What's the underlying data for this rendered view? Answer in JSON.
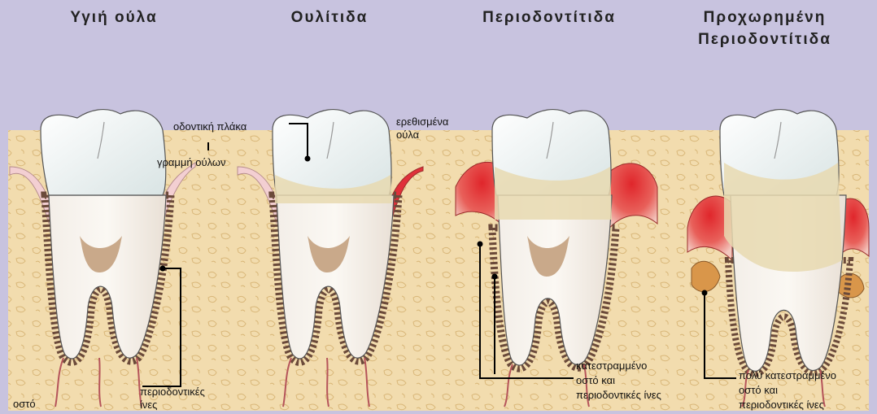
{
  "titles": {
    "healthy": "Υγιή ούλα",
    "gingivitis": "Ουλίτιδα",
    "periodontitis": "Περιοδοντίτιδα",
    "advanced_line1": "Προχωρημένη",
    "advanced_line2": "Περιοδοντίτιδα"
  },
  "labels": {
    "bone": "οστό",
    "periodontal_fibers_1": "περιοδοντικές",
    "periodontal_fibers_2": "ίνες",
    "gum_line": "γραμμή ούλων",
    "dental_plaque": "οδοντική πλάκα",
    "irritated_gums_1": "ερεθισμένα",
    "irritated_gums_2": "ούλα",
    "destroyed_1": "κατεστραμμένο",
    "destroyed_2": "οστό και",
    "destroyed_3": "περιοδοντικές ίνες",
    "very_destroyed_1": "πολύ κατεστραμμένο",
    "very_destroyed_2": "οστό και",
    "very_destroyed_3": "περιοδοντικές ίνες"
  },
  "colors": {
    "background": "#c8c3df",
    "bone": "#f2dcae",
    "gum_healthy": "#f3cfd2",
    "inflamed": "#d2232a",
    "enamel": "#f7fafa",
    "tartar": "#e8d9b0"
  }
}
